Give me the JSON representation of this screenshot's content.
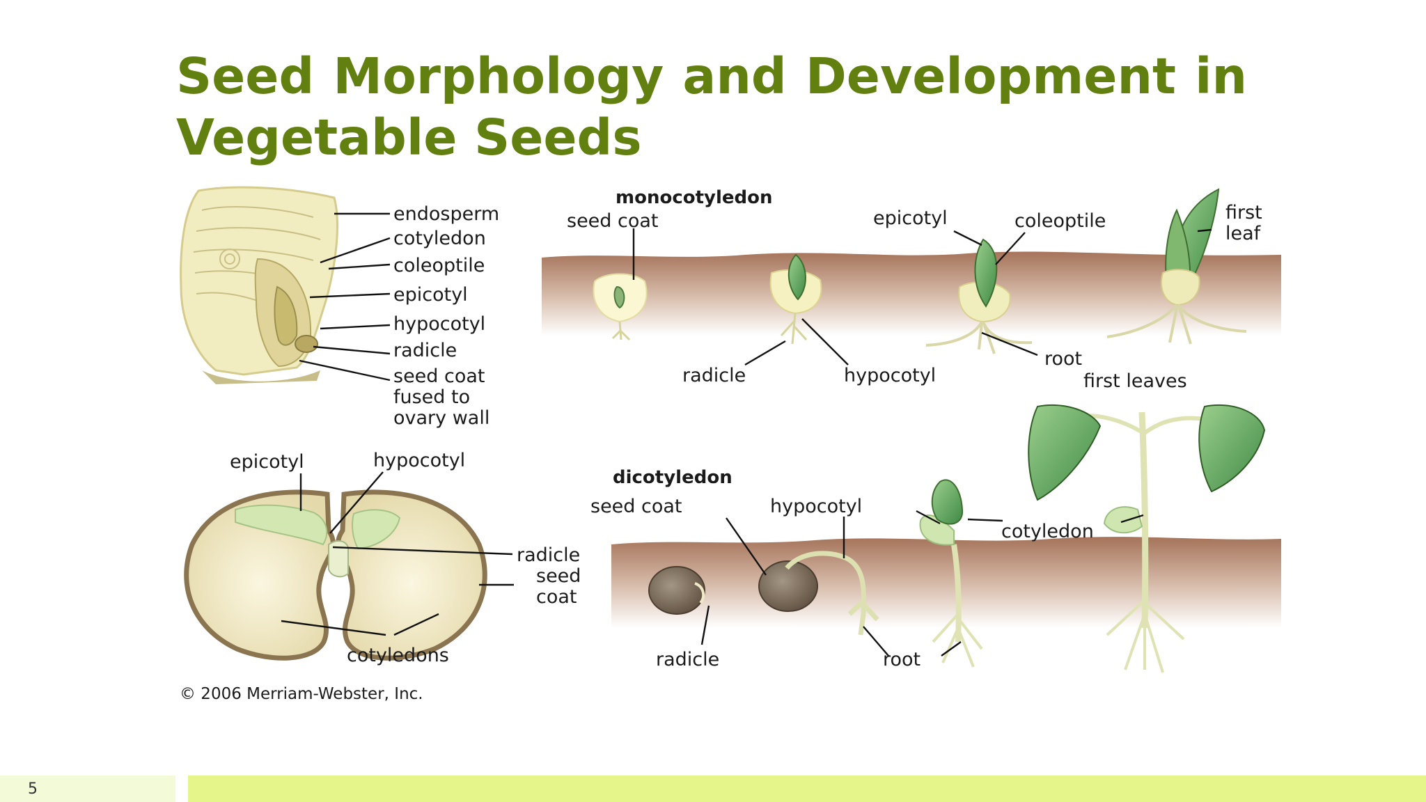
{
  "slide": {
    "title": "Seed Morphology and Development in Vegetable Seeds",
    "page_number": "5"
  },
  "diagram": {
    "corn_labels": [
      "endosperm",
      "cotyledon",
      "coleoptile",
      "epicotyl",
      "hypocotyl",
      "radicle",
      "seed coat",
      "fused to",
      "ovary wall"
    ],
    "mono": {
      "heading": "monocotyledon",
      "labels": [
        "seed coat",
        "epicotyl",
        "coleoptile",
        "first",
        "leaf",
        "radicle",
        "hypocotyl",
        "root",
        "first leaves"
      ]
    },
    "bean_labels": [
      "epicotyl",
      "hypocotyl",
      "radicle",
      "seed",
      "coat",
      "cotyledons"
    ],
    "dico": {
      "heading": "dicotyledon",
      "labels": [
        "seed coat",
        "hypocotyl",
        "cotyledon",
        "radicle",
        "root"
      ]
    },
    "copyright": "© 2006 Merriam-Webster, Inc."
  },
  "colors": {
    "title": "#62800f",
    "soil": "#a87a5e",
    "footer_bar": "#e6f58a",
    "footer_left": "#f3fad8"
  }
}
